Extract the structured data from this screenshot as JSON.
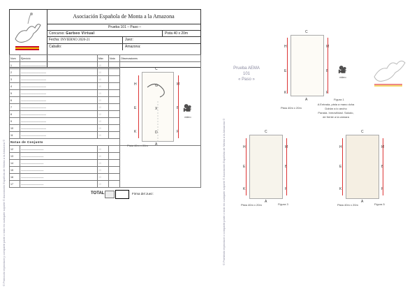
{
  "header": {
    "title": "Asociación Española de Monta a la Amazona",
    "prueba": "Prueba 101 – Paso –",
    "concurso_label": "Concurso:",
    "concurso_value": "Garbeo Virtual",
    "pista": "Pista 40 x 20m",
    "fecha_label": "Fecha:",
    "fecha_value": "INVIERNO 2020-21",
    "juez_label": "Juez:",
    "caballo_label": "Caballo:",
    "amazona_label": "Amazona:"
  },
  "table": {
    "col_num": "Num",
    "col_ejercicio": "Ejercicio",
    "col_max": "Máx",
    "col_nota": "Nota",
    "col_obs": "Observaciones",
    "rows": [
      "1",
      "2",
      "3",
      "4",
      "5",
      "6",
      "7",
      "8",
      "9",
      "10",
      "11"
    ],
    "conjunto_label": "Notas de Conjunto",
    "conjunto_rows": [
      "12",
      "13",
      "14",
      "15",
      "16",
      "17"
    ],
    "total_label": "TOTAL",
    "firma_label": "Firma del Juez:"
  },
  "arena_main": {
    "size": "Pista 40m x 20m",
    "letters": [
      "C",
      "H",
      "M",
      "G",
      "E",
      "B",
      "X",
      "K",
      "F",
      "D",
      "A"
    ],
    "video": "video"
  },
  "right": {
    "logo_title": "Prueba AEMA",
    "logo_num": "101",
    "logo_sub": "« Paso »",
    "video": "video",
    "fig1": "Figura 1",
    "fig1_desc": "A  Entrada, pista a mano dcha\nDoblar a lo ancho\nParada. Inmovilidad. Saludo,\nde frente a la cámara",
    "fig3": "Figura 3",
    "fig5": "Figura 5",
    "pista_size": "Pista 40m x 20m"
  },
  "sidebar_left": "© Protocolo reproducir y compartir parte o todo en cualquier soporte © Asociación Española de Monta a la Amazona ©",
  "sidebar_right": "© Prohibido reproducir o compartir parte o todo en cualquier soporte © Asociación Española de Monta a la Amazona ©"
}
